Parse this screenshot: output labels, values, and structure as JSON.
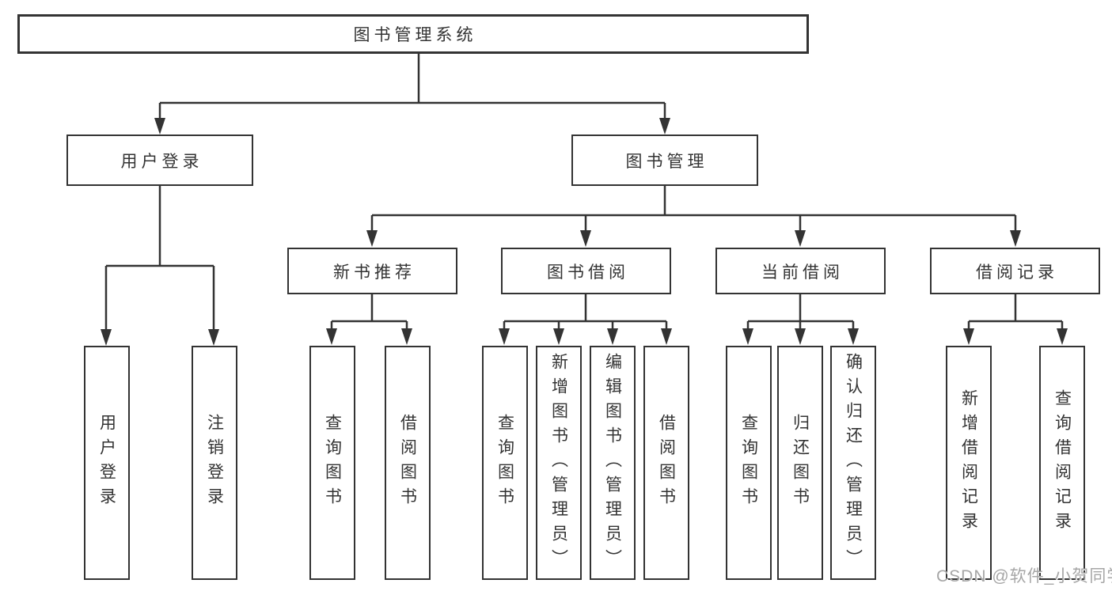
{
  "diagram": {
    "root": {
      "label": "图书管理系统"
    },
    "level2": [
      {
        "id": "user-login",
        "label": "用户登录"
      },
      {
        "id": "book-management",
        "label": "图书管理"
      }
    ],
    "level3": [
      {
        "id": "new-books",
        "label": "新书推荐"
      },
      {
        "id": "book-borrowing",
        "label": "图书借阅"
      },
      {
        "id": "current-borrowing",
        "label": "当前借阅"
      },
      {
        "id": "borrowing-records",
        "label": "借阅记录"
      }
    ],
    "leaves": {
      "user_login": [
        "用户登录",
        "注销登录"
      ],
      "new_books": [
        "查询图书",
        "借阅图书"
      ],
      "book_borrowing": [
        "查询图书",
        "新增图书（管理员）",
        "编辑图书（管理员）",
        "借阅图书"
      ],
      "current_borrowing": [
        "查询图书",
        "归还图书",
        "确认归还（管理员）"
      ],
      "borrowing_records": [
        "新增借阅记录",
        "查询借阅记录"
      ]
    }
  },
  "watermark": {
    "text": "CSDN @软件_小贺同学",
    "color": "#a6a6a6"
  },
  "colors": {
    "line": "#333333",
    "text": "#333333",
    "background": "#ffffff"
  }
}
